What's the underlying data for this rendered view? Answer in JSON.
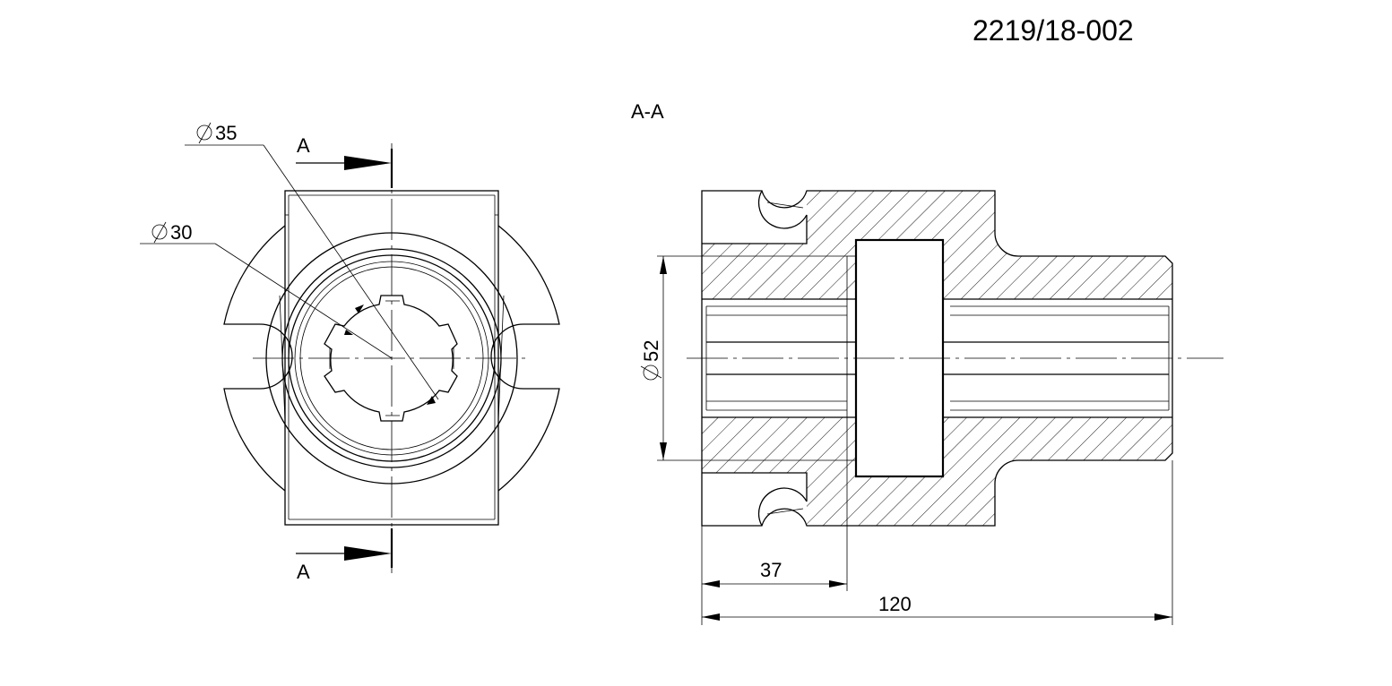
{
  "drawing_number": "2219/18-002",
  "section_title": "A-A",
  "cut_labels": {
    "top": "A",
    "bottom": "A"
  },
  "dimensions": {
    "dia_outer": "35",
    "dia_inner": "30",
    "dia_section": "52",
    "length_step": "37",
    "length_total": "120"
  },
  "symbols": {
    "diameter": "diameter-symbol"
  }
}
